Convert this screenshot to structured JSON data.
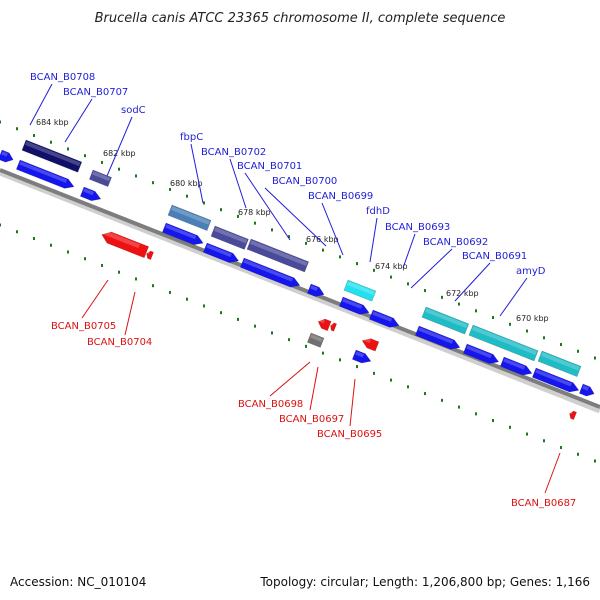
{
  "title": "Brucella canis ATCC 23365 chromosome II, complete sequence",
  "footer": {
    "accession": "Accession: NC_010104",
    "summary": "Topology: circular; Length: 1,206,800 bp; Genes: 1,166"
  },
  "colors": {
    "plus_label": "#1f1fd6",
    "minus_label": "#dd1111",
    "cds_plus": "#1515ee",
    "cds_minus": "#ee1111",
    "backbone": "#8a8a8a",
    "tick": "#1a7a1a"
  },
  "kbp_labels": [
    "684 kbp",
    "682 kbp",
    "680 kbp",
    "678 kbp",
    "676 kbp",
    "674 kbp",
    "672 kbp",
    "670 kbp"
  ],
  "gene_labels_plus": [
    "BCAN_B0708",
    "BCAN_B0707",
    "sodC",
    "fbpC",
    "BCAN_B0702",
    "BCAN_B0701",
    "BCAN_B0700",
    "BCAN_B0699",
    "fdhD",
    "BCAN_B0693",
    "BCAN_B0692",
    "BCAN_B0691",
    "amyD"
  ],
  "gene_labels_minus": [
    "BCAN_B0705",
    "BCAN_B0704",
    "BCAN_B0698",
    "BCAN_B0697",
    "BCAN_B0695",
    "BCAN_B0687"
  ]
}
